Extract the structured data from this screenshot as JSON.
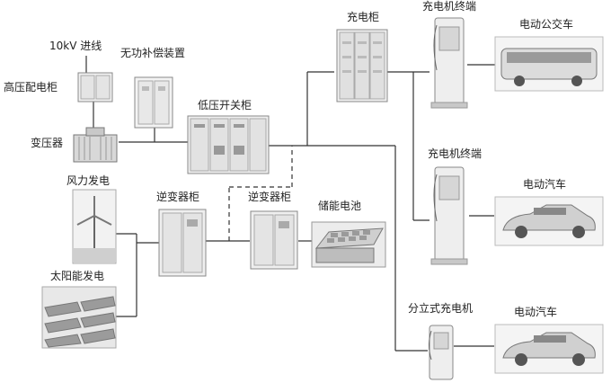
{
  "labels": {
    "line_10kv": "10kV 进线",
    "hv_cabinet": "高压配电柜",
    "reactive_comp": "无功补偿装置",
    "transformer": "变压器",
    "lv_switchgear": "低压开关柜",
    "charging_cabinet": "充电柜",
    "charger_terminal_1": "充电机终端",
    "electric_bus": "电动公交车",
    "charger_terminal_2": "充电机终端",
    "electric_car_1": "电动汽车",
    "wind_power": "风力发电",
    "inverter_1": "逆变器柜",
    "inverter_2": "逆变器柜",
    "storage_battery": "储能电池",
    "solar_power": "太阳能发电",
    "standalone_charger": "分立式充电机",
    "electric_car_2": "电动汽车"
  }
}
